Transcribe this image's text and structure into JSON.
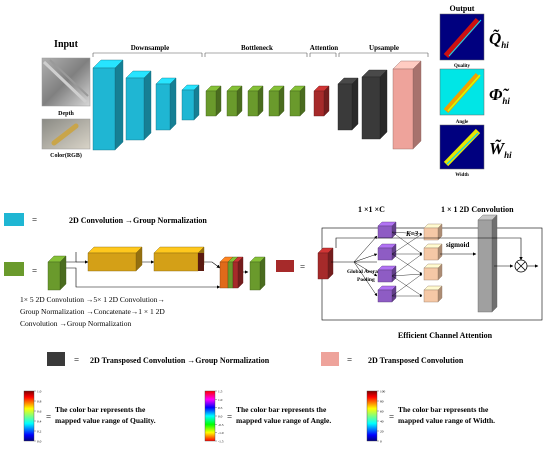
{
  "labels": {
    "input": "Input",
    "depth": "Depth",
    "color_rgb": "Color(RGB)",
    "downsample": "Downsample",
    "bottleneck": "Bottleneck",
    "attention": "Attention",
    "upsample": "Upsample",
    "output": "Output",
    "quality": "Quality",
    "angle": "Angle",
    "width": "Width",
    "q_symbol": "Q̃",
    "phi_symbol": "Φ̃",
    "w_symbol": "W̃",
    "hi_sub": "hi"
  },
  "legend": {
    "eq": "=",
    "conv_gn": "2D Convolution →Group Normalization",
    "res_line1": "1× 5 2D Convolution →5× 1 2D Convolution→",
    "res_line2": "Group Normalization →Concatenate→1 × 1 2D",
    "res_line3": "Convolution →Group Normalization",
    "transposed_gn": "2D Transposed Convolution →Group Normalization",
    "transposed": "2D Transposed Convolution"
  },
  "eca": {
    "size_1x1xc": "1 ×1 ×C",
    "conv_1x1": "1 × 1 2D Convolution",
    "k_eq": "K=3",
    "gap_line1": "Global Average",
    "gap_line2": "Pooling",
    "sigmoid": "sigmoid",
    "times": "⊗",
    "caption": "Efficient Channel Attention"
  },
  "colorbars": [
    {
      "text1": "The color bar represents the",
      "text2": "mapped value range of Quality.",
      "ticks": [
        "1.0",
        "0.8",
        "0.6",
        "0.4",
        "0.2",
        "0.0"
      ]
    },
    {
      "text1": "The color bar represents the",
      "text2": "mapped value range of Angle.",
      "ticks": [
        "1.5",
        "1.0",
        "0.5",
        "0.0",
        "-0.5",
        "-1.0",
        "-1.5"
      ]
    },
    {
      "text1": "The color bar represents the",
      "text2": "mapped value range of Width.",
      "ticks": [
        "100",
        "80",
        "60",
        "40",
        "20",
        "0"
      ]
    }
  ],
  "colors": {
    "conv_block": "#1fb6d3",
    "res_block": "#6a9a2c",
    "attention_block": "#a62a2a",
    "transposed_gn_block": "#3a3a3a",
    "transposed_block": "#eea39b",
    "eca_conv": "#a0a0a0",
    "eca_feature": "#8e5cc4",
    "eca_weight": "#f5c8a6",
    "gold_block": "#d4a017"
  }
}
